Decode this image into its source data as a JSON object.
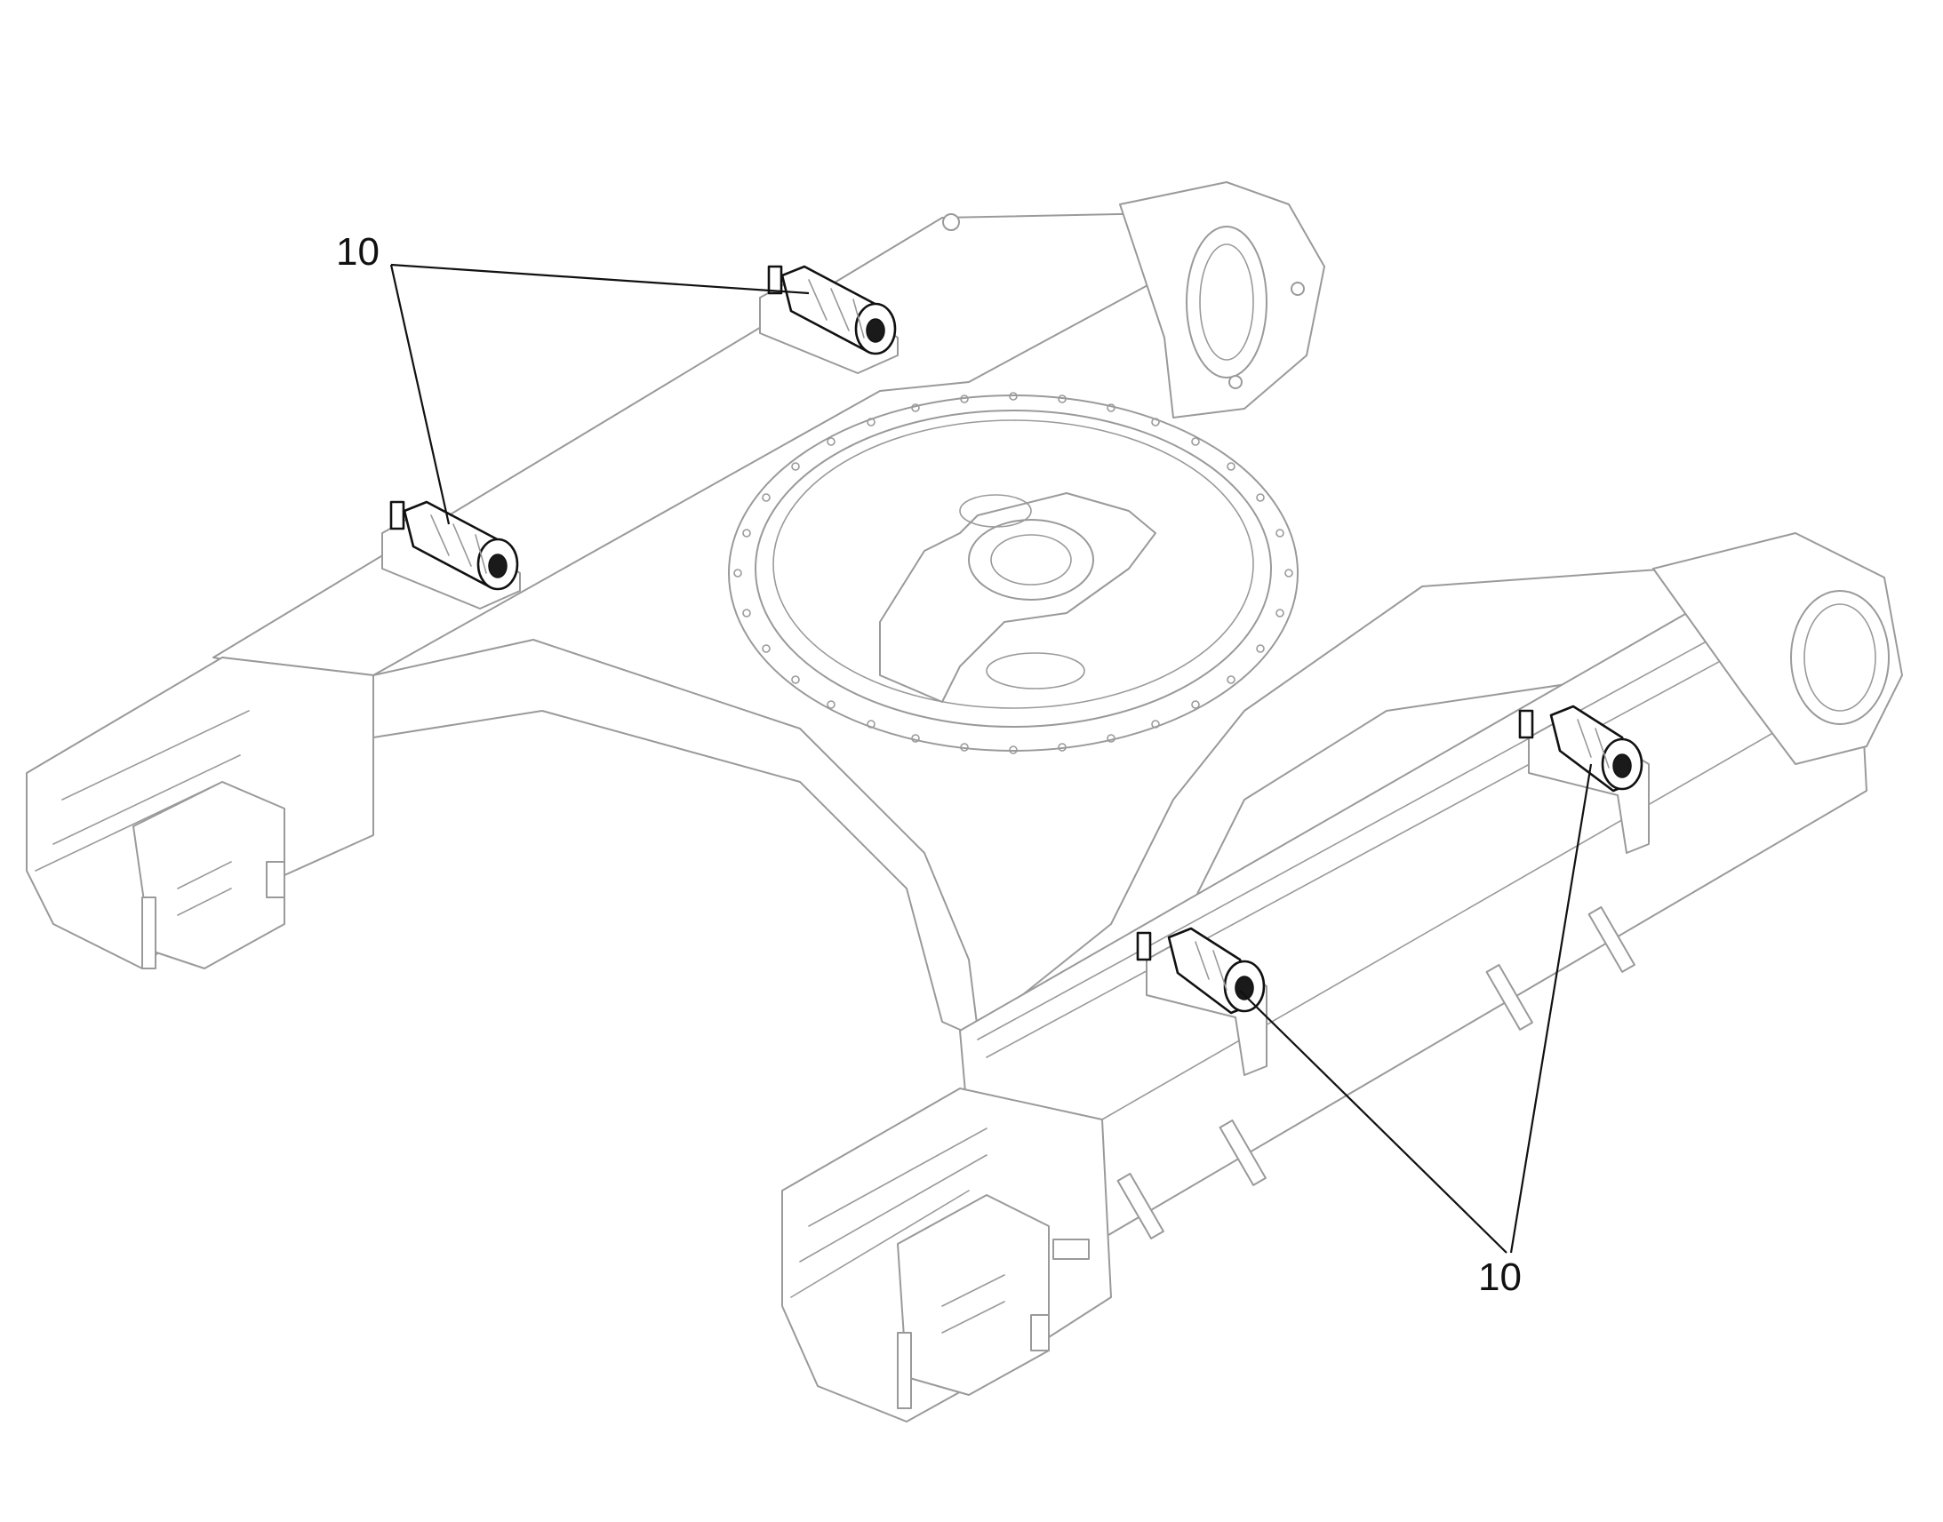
{
  "drawing": {
    "subject": "undercarriage-frame-with-track-rollers",
    "callouts": [
      {
        "id": "callout-upper-left",
        "label": "10"
      },
      {
        "id": "callout-lower-right",
        "label": "10"
      }
    ],
    "colors": {
      "linework": "#9a9a9a",
      "highlighted_parts": "#111111",
      "background": "#ffffff"
    }
  }
}
